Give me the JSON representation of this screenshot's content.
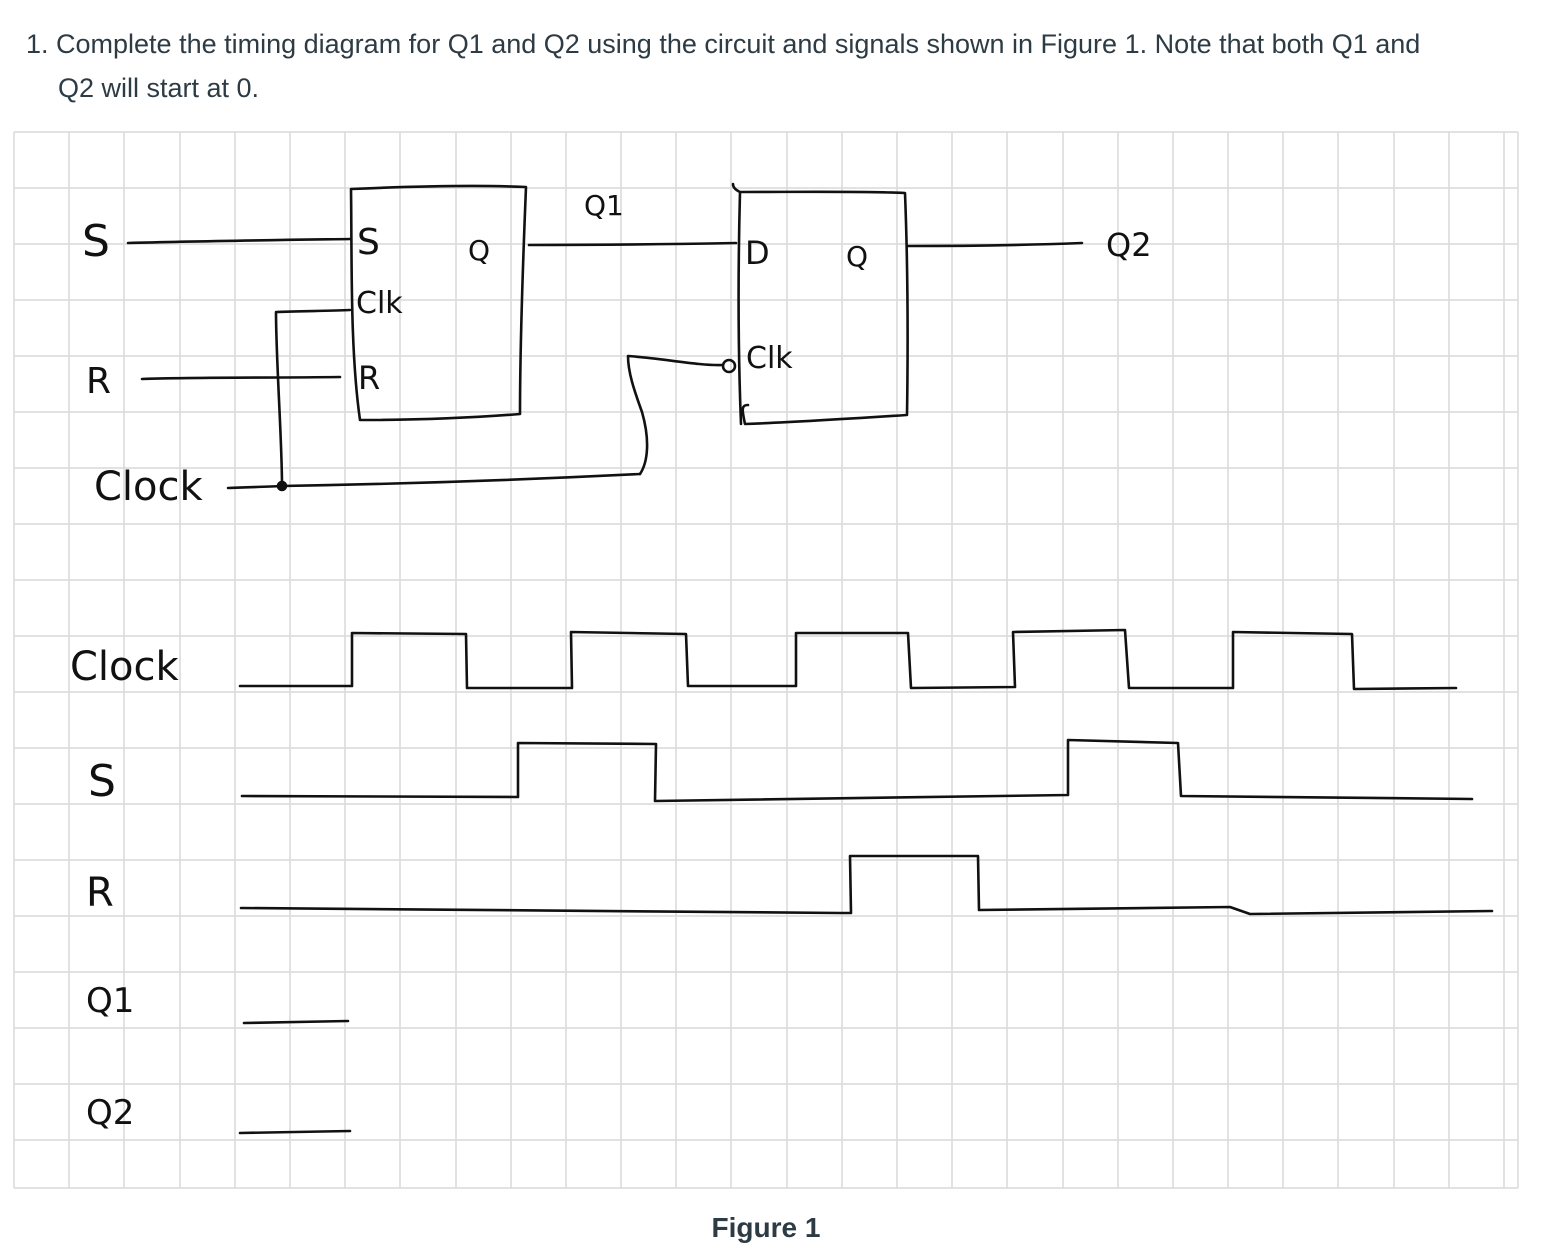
{
  "question": {
    "line1": "1. Complete the timing diagram for Q1 and Q2 using the circuit and signals shown in Figure 1.  Note that both Q1 and",
    "line2": "Q2 will start at 0."
  },
  "circuit": {
    "inputs": {
      "s": "S",
      "r": "R",
      "clock": "Clock"
    },
    "sr_flipflop": {
      "s": "S",
      "clk": "Clk",
      "r": "R",
      "q": "Q"
    },
    "d_flipflop": {
      "d": "D",
      "clk": "Clk",
      "q": "Q"
    },
    "wire_q1": "Q1",
    "output_q2": "Q2"
  },
  "timing": {
    "labels": {
      "clock": "Clock",
      "s": "S",
      "r": "R",
      "q1": "Q1",
      "q2": "Q2"
    }
  },
  "caption": "Figure 1",
  "colors": {
    "grid": "#d9d9d9",
    "ink": "#111111",
    "text": "#2d3b45"
  }
}
